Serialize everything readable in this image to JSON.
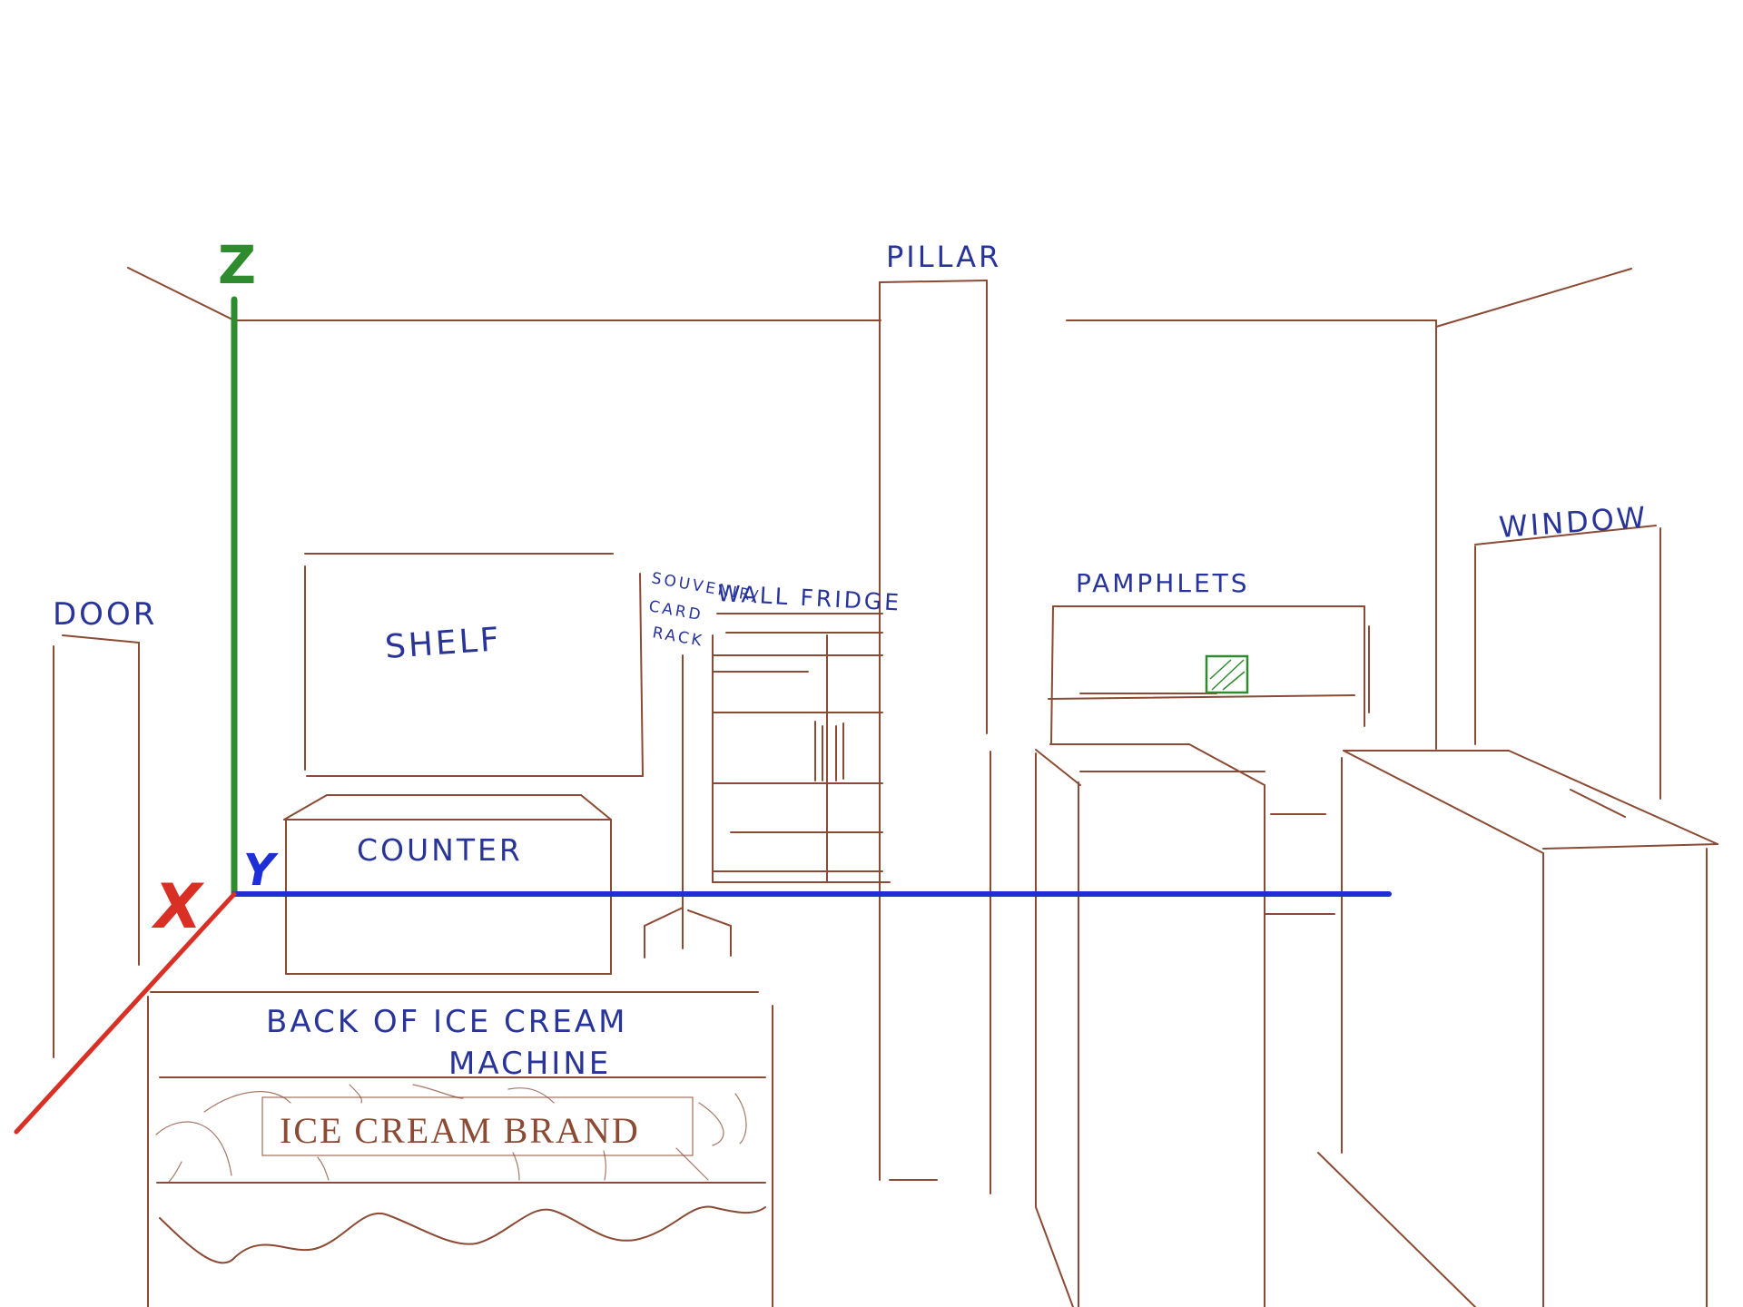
{
  "colors": {
    "line": "#8B4A33",
    "label": "#28349A",
    "x_axis": "#D93025",
    "y_axis": "#1F2FD6",
    "z_axis": "#2E8B2E",
    "object": "#2E8B2E"
  },
  "axes": {
    "x": "X",
    "y": "Y",
    "z": "Z"
  },
  "labels": {
    "pillar": "PILLAR",
    "door": "DOOR",
    "shelf": "SHELF",
    "souvenir_1": "SOUVENIR/",
    "souvenir_2": "CARD",
    "souvenir_3": "RACK",
    "wall_fridge": "WALL FRIDGE",
    "pamphlets": "PAMPHLETS",
    "window": "WINDOW",
    "counter": "COUNTER",
    "machine_1": "BACK OF ICE CREAM",
    "machine_2": "MACHINE",
    "brand": "ICE CREAM BRAND"
  }
}
